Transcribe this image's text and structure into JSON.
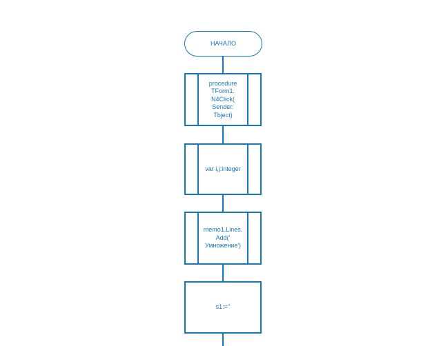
{
  "colors": {
    "line_blue": "#1777bb",
    "background": "#ffffff"
  },
  "flowchart": {
    "nodes": [
      {
        "id": "start",
        "type": "terminator",
        "text": "НАЧАЛО"
      },
      {
        "id": "procedure-header",
        "type": "predefined-process",
        "text": "procedure\nTForm1.\nN4Click(\nSender:\nTbject)"
      },
      {
        "id": "var-declaration",
        "type": "predefined-process",
        "text": "var i,j:integer"
      },
      {
        "id": "memo-add-line",
        "type": "predefined-process",
        "text": "memo1.Lines.\nAdd('\nУмножение')"
      },
      {
        "id": "assign-s1",
        "type": "process",
        "text": "s1:=''"
      }
    ]
  }
}
